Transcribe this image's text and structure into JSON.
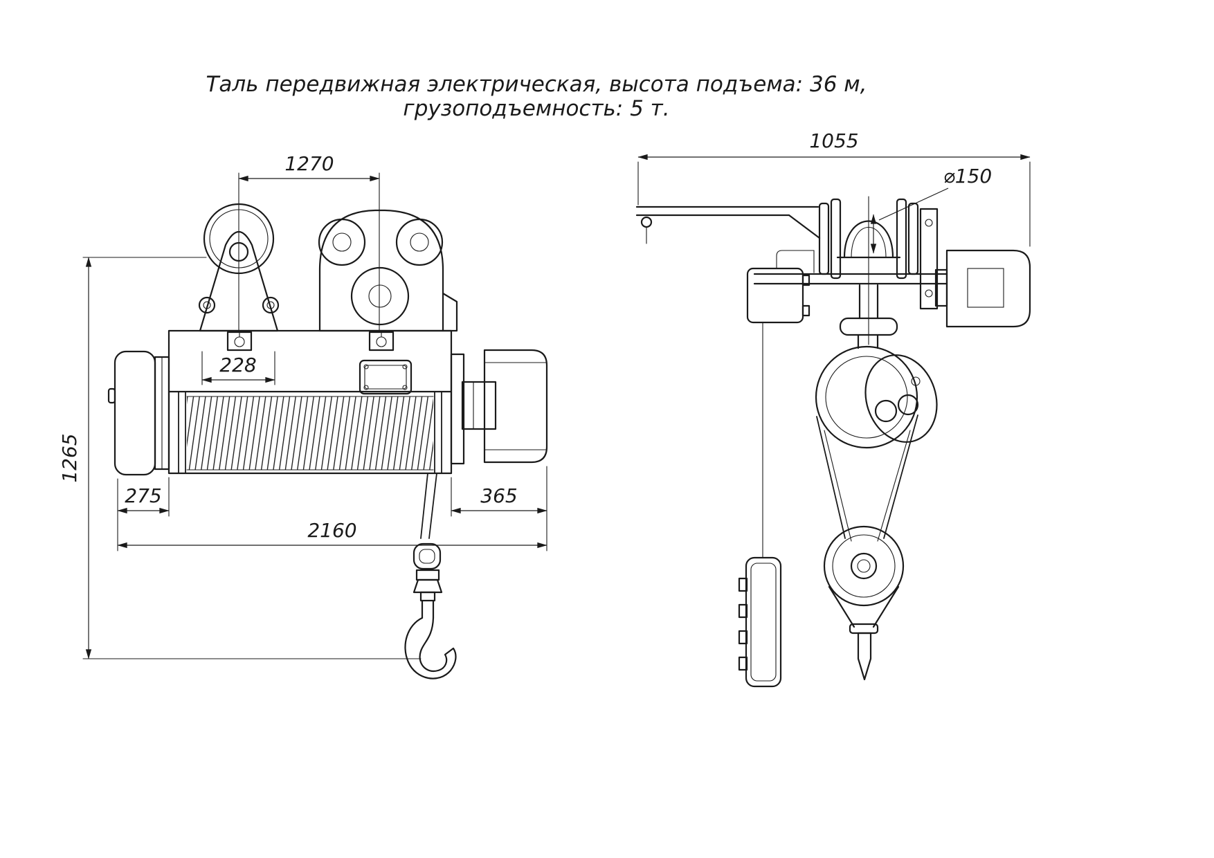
{
  "title": {
    "line1": "Таль передвижная электрическая, высота подъема: 36 м,",
    "line2": "грузоподъемность: 5 т."
  },
  "front_view": {
    "dims": {
      "trolley_spacing": "1270",
      "suspension_offset": "228",
      "overall_height": "1265",
      "left_overhang": "275",
      "right_overhang": "365",
      "overall_length": "2160"
    }
  },
  "side_view": {
    "dims": {
      "overall_width": "1055",
      "wheel_diameter": "⌀150"
    }
  },
  "colors": {
    "ink": "#1a1a1a",
    "background": "#ffffff"
  }
}
